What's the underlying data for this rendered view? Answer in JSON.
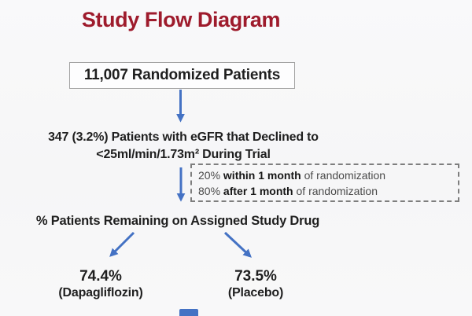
{
  "title": "Study Flow Diagram",
  "colors": {
    "title": "#9E1B2C",
    "arrow": "#4472C4",
    "text": "#1F1F1F"
  },
  "flow": {
    "randomized_box_label": "11,007 Randomized Patients",
    "decline_line1": "347 (3.2%) Patients with eGFR that Declined to",
    "decline_line2": "<25ml/min/1.73m² During Trial",
    "note_box": {
      "lines": [
        {
          "pct": "20%",
          "emphasis": "within 1 month",
          "rest": "of randomization"
        },
        {
          "pct": "80%",
          "emphasis": "after 1 month",
          "rest": "of randomization"
        }
      ]
    },
    "remaining_label": "% Patients Remaining on Assigned Study Drug",
    "outcomes": [
      {
        "value": "74.4%",
        "group": "(Dapagliflozin)"
      },
      {
        "value": "73.5%",
        "group": "(Placebo)"
      }
    ]
  }
}
